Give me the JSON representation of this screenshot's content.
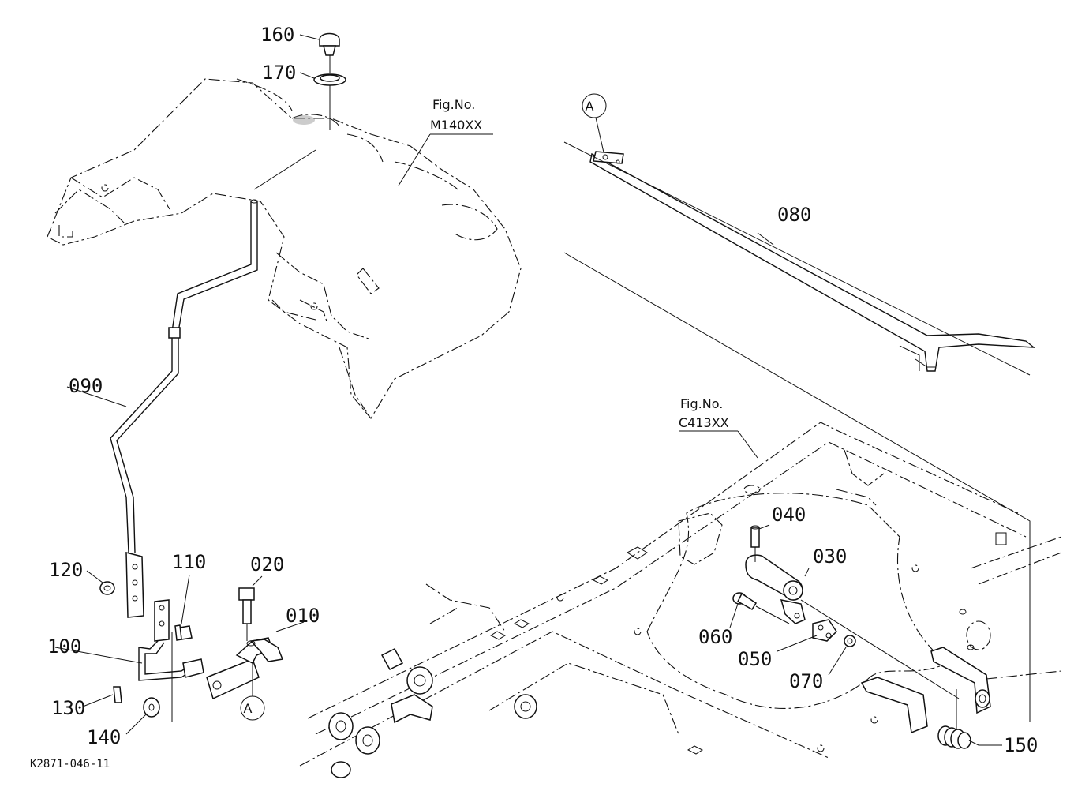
{
  "part_labels": {
    "p010": "010",
    "p020": "020",
    "p030": "030",
    "p040": "040",
    "p050": "050",
    "p060": "060",
    "p070": "070",
    "p080": "080",
    "p090": "090",
    "p100": "100",
    "p110": "110",
    "p120": "120",
    "p130": "130",
    "p140": "140",
    "p150": "150",
    "p160": "160",
    "p170": "170"
  },
  "references": {
    "ref1_title": "Fig.No.",
    "ref1_code": "M140XX",
    "ref2_title": "Fig.No.",
    "ref2_code": "C413XX"
  },
  "callouts": {
    "a_top": "A",
    "a_bottom": "A"
  },
  "drawing_code": "K2871-046-11"
}
